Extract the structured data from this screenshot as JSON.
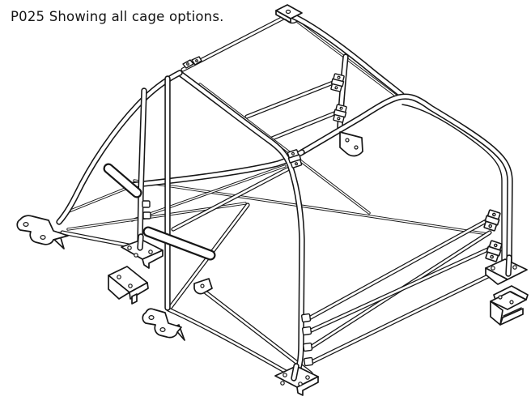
{
  "figure": {
    "caption": "P025 Showing all cage options.",
    "type": "technical-line-illustration",
    "subject": "Isometric line drawing of a multi-point roll cage with all optional bars, braces, mounting feet, clamps and brackets shown",
    "ink_color": "#161616",
    "background_color": "#ffffff",
    "components": [
      "front-hoop",
      "main-hoop",
      "rear-hoop",
      "roof-bar",
      "rear-brace",
      "door-bars",
      "sill-bars",
      "cross-braces",
      "foot-plates",
      "fork-spreader-brackets",
      "channel-brackets",
      "tube-clamps",
      "harness-bracket",
      "top-mount-plate"
    ]
  }
}
